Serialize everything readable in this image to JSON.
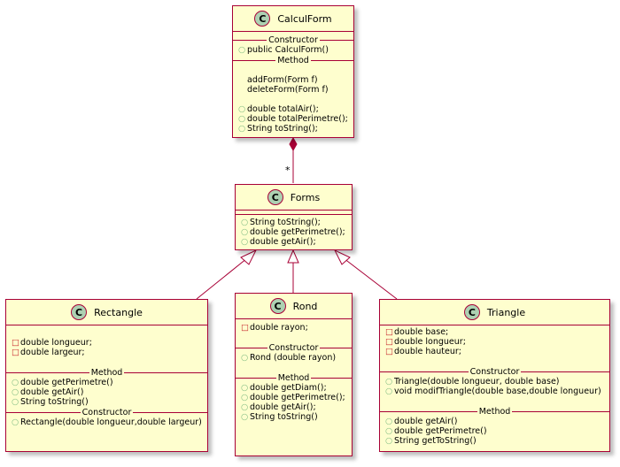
{
  "classes": {
    "calculform": {
      "name": "CalculForm",
      "stereotype_letter": "C",
      "sep_constructor": "Constructor",
      "constructor": "public CalculForm()",
      "sep_method": "Method",
      "methods_plain": [
        "addForm(Form f)",
        "deleteForm(Form f)"
      ],
      "methods_public": [
        "double totalAir();",
        "double totalPerimetre();",
        "String toString();"
      ]
    },
    "forms": {
      "name": "Forms",
      "stereotype_letter": "C",
      "methods": [
        "String toString();",
        "double getPerimetre();",
        "double getAir();"
      ]
    },
    "rectangle": {
      "name": "Rectangle",
      "stereotype_letter": "C",
      "fields": [
        "double longueur;",
        "double largeur;"
      ],
      "sep_method": "Method",
      "methods": [
        "double getPerimetre()",
        "double getAir()",
        "String toString()"
      ],
      "sep_constructor": "Constructor",
      "constructor": "Rectangle(double longueur,double largeur)"
    },
    "rond": {
      "name": "Rond",
      "stereotype_letter": "C",
      "fields": [
        "double rayon;"
      ],
      "sep_constructor": "Constructor",
      "constructor": "Rond (double rayon)",
      "sep_method": "Method",
      "methods": [
        "double getDiam();",
        "double getPerimetre();",
        "double getAir();",
        "String toString()"
      ]
    },
    "triangle": {
      "name": "Triangle",
      "stereotype_letter": "C",
      "fields": [
        "double base;",
        "double longueur;",
        "double hauteur;"
      ],
      "sep_constructor": "Constructor",
      "constructors": [
        "Triangle(double longueur, double base)",
        "void modifTriangle(double base,double longueur)"
      ],
      "sep_method": "Method",
      "methods": [
        "double getAir()",
        "double getPerimetre()",
        "String getToString()"
      ]
    }
  },
  "relations": {
    "composition_multiplicity": "*"
  },
  "colors": {
    "border": "#A80036",
    "fill": "#FEFECE",
    "circle": "#ADD1B2",
    "public": "#84BE84",
    "private": "#C82930"
  }
}
